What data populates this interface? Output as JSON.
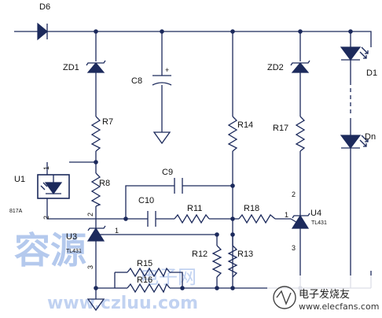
{
  "components": {
    "d6": "D6",
    "zd1": "ZD1",
    "zd2": "ZD2",
    "c8": "C8",
    "c8_pol": "+",
    "r7": "R7",
    "r14": "R14",
    "r17": "R17",
    "d1": "D1",
    "dn": "Dn",
    "u1": "U1",
    "u1_part": "817A",
    "r8": "R8",
    "c9": "C9",
    "c10": "C10",
    "r11": "R11",
    "r18": "R18",
    "u4": "U4",
    "u4_part": "TL431",
    "u3": "U3",
    "u3_part": "TL431",
    "r12": "R12",
    "r13": "R13",
    "r15": "R15",
    "r16": "R16"
  },
  "pins": {
    "u1_top": "1",
    "u1_bottom": "2",
    "r8_bottom": "2",
    "u3_ref": "1",
    "u3_bottom": "3",
    "u4_top": "2",
    "u4_ref": "1",
    "u4_bottom": "3"
  },
  "watermark": {
    "big": "容源",
    "mid": "电子网",
    "url": "www.czluu.com",
    "brand": "电子发烧友",
    "brand_url": "www.elecfans.com"
  }
}
